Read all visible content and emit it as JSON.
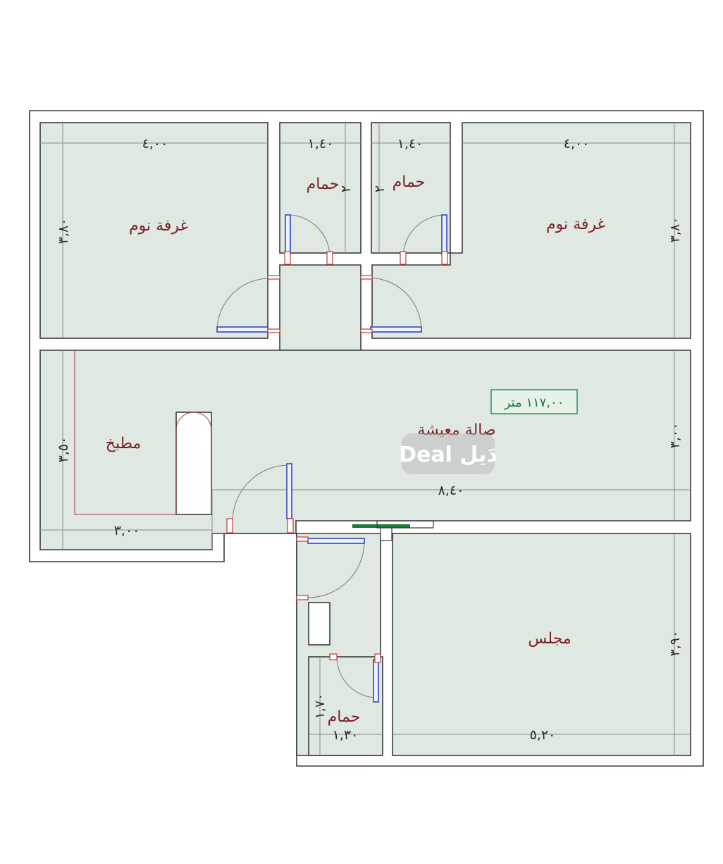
{
  "rooms": {
    "bedroom_left": "غرفة نوم",
    "bedroom_right": "غرفة نوم",
    "bathroom_1": "حمام",
    "bathroom_2": "حمام",
    "kitchen": "مطبخ",
    "living": "صالة معيشة",
    "majlis": "مجلس",
    "bathroom_3": "حمام"
  },
  "dimensions": {
    "bed_left_width": "٤,٠٠",
    "bed_left_depth": "٣,٨٠",
    "bath1_width": "١,٤٠",
    "bath1_depth": "٢",
    "bath2_width": "١,٤٠",
    "bath2_depth": "٢",
    "bed_right_width": "٤,٠٠",
    "bed_right_depth": "٣,٨٠",
    "kitchen_depth": "٣,٥٠",
    "kitchen_width": "٣,٠٠",
    "living_width": "٨,٤٠",
    "living_depth": "٣,٠٠",
    "majlis_depth": "٣,٩٠",
    "majlis_width": "٥,٢٠",
    "bath3_depth": "١,٧٠",
    "bath3_width": "١,٣٠"
  },
  "area_label": "١١٧,٠٠ متر",
  "watermark": "Deal دَيل",
  "colors": {
    "floor": "#dfe8e1",
    "wall": "#ffffff",
    "label": "#7a1f24",
    "door_leaf": "#2f46c8",
    "door_jamb": "#c23a3a",
    "area_border": "#1e8a4a"
  }
}
